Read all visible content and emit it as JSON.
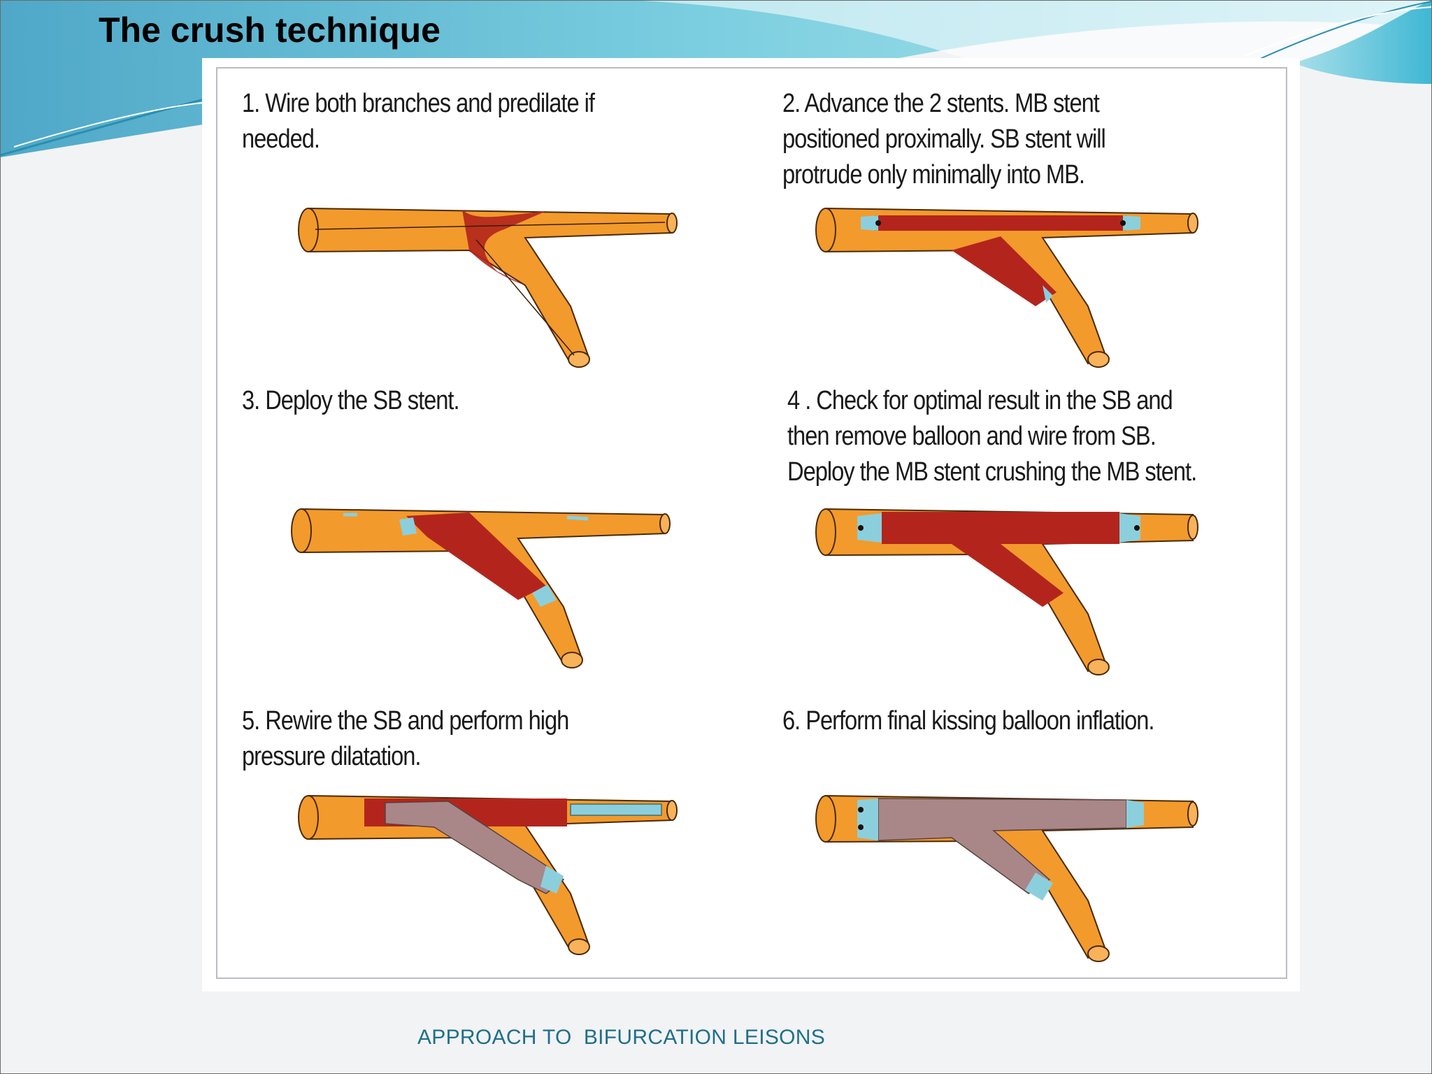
{
  "slide": {
    "title": "The crush technique",
    "footer": "APPROACH TO  BIFURCATION LEISONS"
  },
  "figure": {
    "steps": [
      {
        "lines": [
          "1. Wire both branches and predilate if",
          "needed."
        ]
      },
      {
        "lines": [
          "2. Advance the 2 stents. MB stent",
          "positioned proximally. SB stent will",
          "protrude only minimally into MB."
        ]
      },
      {
        "lines": [
          "3. Deploy the SB stent."
        ]
      },
      {
        "lines": [
          "4 . Check for optimal result in the SB and",
          "then remove balloon and wire from SB.",
          "Deploy the MB stent crushing the MB stent."
        ]
      },
      {
        "lines": [
          "5. Rewire the SB and perform high",
          "pressure dilatation."
        ]
      },
      {
        "lines": [
          "6. Perform final kissing balloon inflation."
        ]
      }
    ]
  },
  "colors": {
    "vessel": "#f39a2c",
    "vessel_outline": "#4a2a08",
    "stent": "#b3251c",
    "balloon": "#a98789",
    "stent_marker": "#8ccfdc",
    "background_accent": "#5bc3d8",
    "footer_text": "#1f6f8b"
  }
}
